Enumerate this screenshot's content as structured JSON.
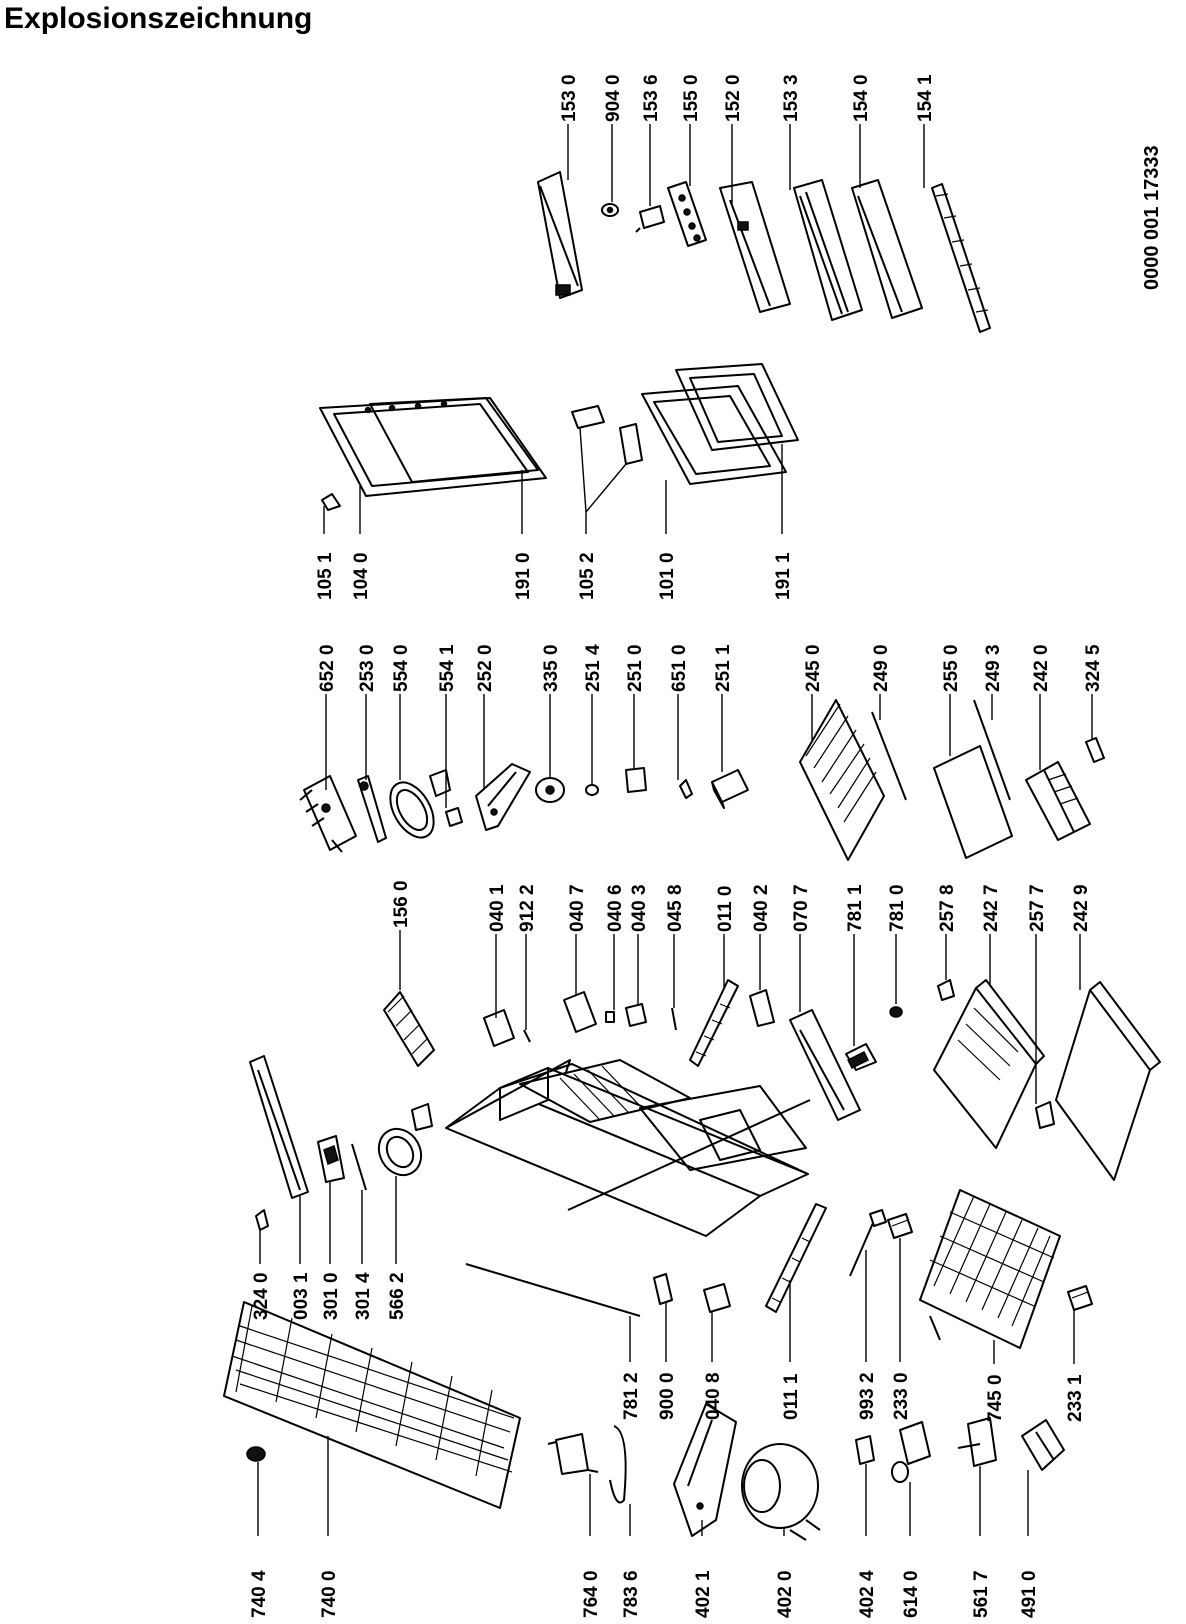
{
  "title": "Explosionszeichnung",
  "document_number": "0000 001 17333",
  "part_numbers": [
    "153 0",
    "904 0",
    "153 6",
    "155 0",
    "152 0",
    "153 3",
    "154 0",
    "154 1",
    "105 1",
    "104 0",
    "191 0",
    "105 2",
    "101 0",
    "191 1",
    "652 0",
    "253 0",
    "554 0",
    "554 1",
    "252 0",
    "335 0",
    "251 4",
    "251 0",
    "651 0",
    "251 1",
    "245 0",
    "249 0",
    "255 0",
    "249 3",
    "242 0",
    "324 5",
    "156 0",
    "040 1",
    "912 2",
    "040 7",
    "040 6",
    "040 3",
    "045 8",
    "011 0",
    "040 2",
    "070 7",
    "781 1",
    "781 0",
    "257 8",
    "242 7",
    "257 7",
    "242 9",
    "324 0",
    "003 1",
    "301 0",
    "301 4",
    "566 2",
    "781 2",
    "900 0",
    "040 8",
    "011 1",
    "993 2",
    "233 0",
    "745 0",
    "233 1",
    "740 4",
    "740 0",
    "764 0",
    "783 6",
    "402 1",
    "402 0",
    "402 4",
    "614 0",
    "561 7",
    "491 0"
  ]
}
